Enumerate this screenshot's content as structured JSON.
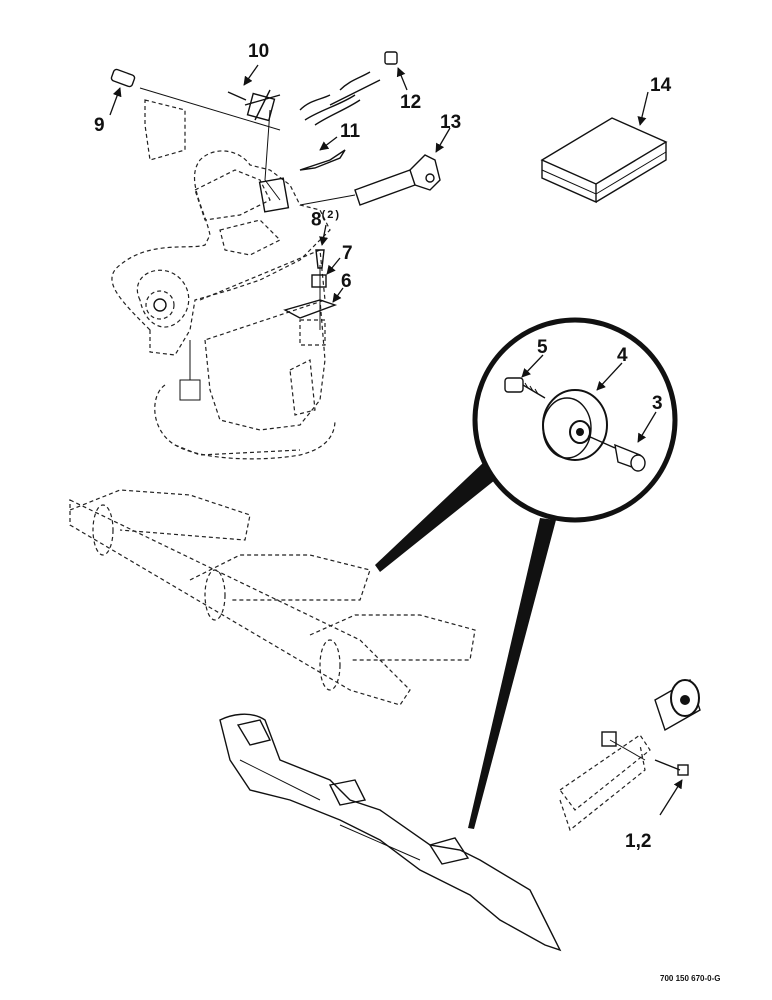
{
  "callouts": {
    "c1_2": "1,2",
    "c3": "3",
    "c4": "4",
    "c5": "5",
    "c6": "6",
    "c7": "7",
    "c8": "8",
    "c8_qty": "(2)",
    "c9": "9",
    "c10": "10",
    "c11": "11",
    "c12": "12",
    "c13": "13",
    "c14": "14"
  },
  "document_id": "700 150 670-0-G",
  "colors": {
    "ink": "#111111",
    "paper": "#ffffff"
  }
}
